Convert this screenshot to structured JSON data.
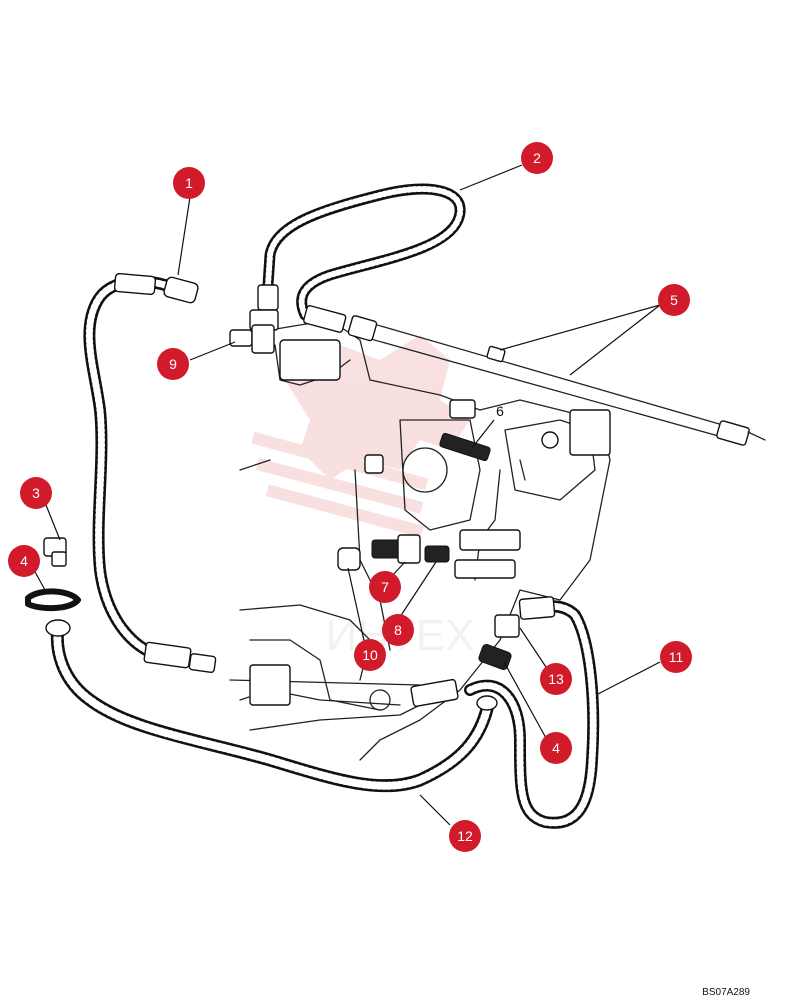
{
  "colors": {
    "callout": "#d11a2a",
    "watermark": "#e05a5a"
  },
  "callouts": [
    {
      "text": "1"
    },
    {
      "text": "2"
    },
    {
      "text": "3"
    },
    {
      "text": "4"
    },
    {
      "text": "5"
    },
    {
      "text": "7"
    },
    {
      "text": "8"
    },
    {
      "text": "9"
    },
    {
      "text": "10"
    },
    {
      "text": "11"
    },
    {
      "text": "12"
    },
    {
      "text": "13"
    },
    {
      "text": "4"
    }
  ],
  "plain_label": "6",
  "watermark_text": "ИНТЕХ",
  "drawing_code": "BS07A289"
}
